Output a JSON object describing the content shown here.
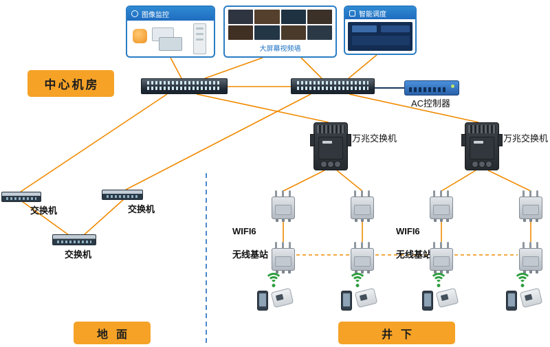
{
  "colors": {
    "banner_orange": "#f5a227",
    "line_orange": "#f08a00",
    "box_border_blue": "#2a7cc4",
    "wifi_green": "#2f9e3f",
    "ac_link_dark_blue": "#16365c"
  },
  "banners": {
    "center_room": "中心机房",
    "ground": "地面",
    "underground": "井下"
  },
  "top_boxes": {
    "monitor": {
      "title": "图像监控"
    },
    "videowall": {
      "caption": "大屏幕视频墙"
    },
    "dispatch": {
      "title": "智能调度"
    }
  },
  "labels": {
    "ac_controller": "AC控制器",
    "ten_gig_switch": "万兆交换机",
    "edge_switch": "交换机",
    "wifi6_station_line1": "WIFI6",
    "wifi6_station_line2": "无线基站"
  }
}
